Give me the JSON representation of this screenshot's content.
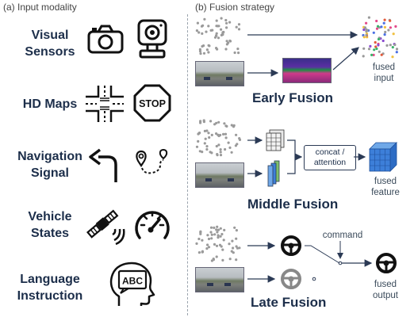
{
  "left_panel": {
    "title": "(a) Input modality",
    "modalities": [
      {
        "line1": "Visual",
        "line2": "Sensors",
        "icons": [
          "camera-icon",
          "webcam-icon"
        ]
      },
      {
        "line1": "HD Maps",
        "line2": "",
        "icons": [
          "road-intersection-icon",
          "stop-sign-icon"
        ]
      },
      {
        "line1": "Navigation",
        "line2": "Signal",
        "icons": [
          "turn-left-arrow-icon",
          "route-pin-icon"
        ]
      },
      {
        "line1": "Vehicle",
        "line2": "States",
        "icons": [
          "satellite-icon",
          "speedometer-icon"
        ]
      },
      {
        "line1": "Language",
        "line2": "Instruction",
        "icons": [
          "head-abc-icon"
        ]
      }
    ],
    "stop_sign_text": "STOP",
    "abc_text": "ABC"
  },
  "right_panel": {
    "title": "(b) Fusion strategy",
    "early": {
      "title": "Early Fusion",
      "output_line1": "fused",
      "output_line2": "input"
    },
    "middle": {
      "title": "Middle Fusion",
      "op_line1": "concat /",
      "op_line2": "attention",
      "output_line1": "fused",
      "output_line2": "feature"
    },
    "late": {
      "title": "Late Fusion",
      "switch_label": "command",
      "output_line1": "fused",
      "output_line2": "output"
    }
  },
  "colors": {
    "text_dark": "#1c2e4a",
    "arrow": "#2b3a55",
    "cube_blue": "#3d7fd9",
    "feature_green": "#7fbf6a"
  }
}
